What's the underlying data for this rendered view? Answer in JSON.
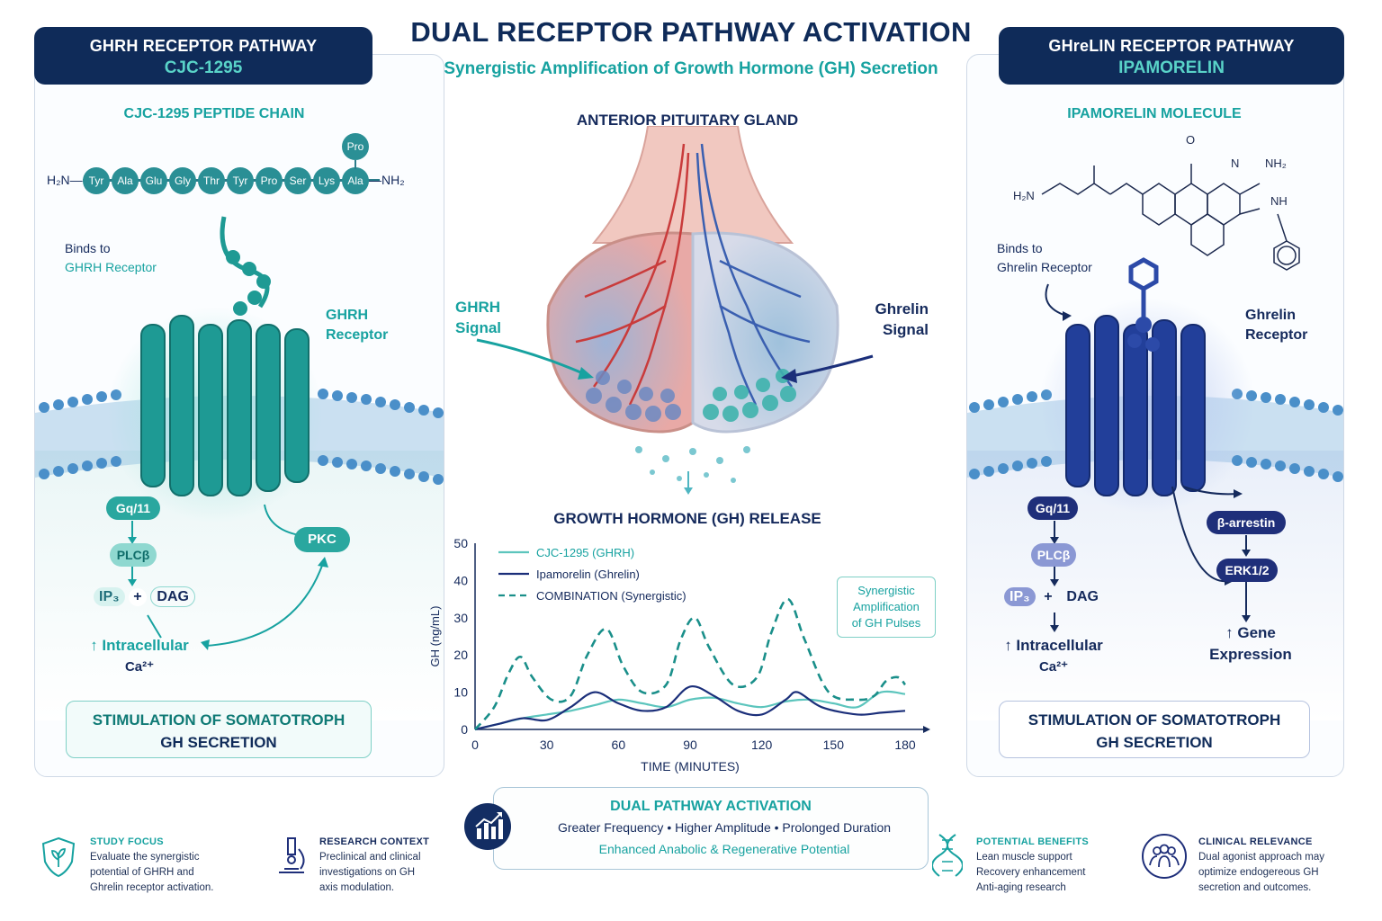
{
  "header": {
    "title": "DUAL RECEPTOR PATHWAY ACTIVATION",
    "subtitle": "Synergistic Amplification of Growth Hormone (GH) Secretion"
  },
  "left_panel": {
    "head_line1": "GHRH RECEPTOR PATHWAY",
    "head_line2": "CJC-1295",
    "chain_title": "CJC-1295 PEPTIDE CHAIN",
    "chain_start": "H₂N—",
    "chain_end": "—NH₂",
    "residues": [
      "Tyr",
      "Ala",
      "Glu",
      "Gly",
      "Thr",
      "Tyr",
      "Pro",
      "Ser",
      "Lys",
      "Ala"
    ],
    "branch_residue": "Pro",
    "binds_line1": "Binds to",
    "binds_line2": "GHRH Receptor",
    "receptor_line1": "GHRH",
    "receptor_line2": "Receptor",
    "gq": "Gq/11",
    "plc": "PLCβ",
    "ip3": "IP₃",
    "plus": "+",
    "dag": "DAG",
    "pkc": "PKC",
    "ca_line1": "↑ Intracellular",
    "ca_line2": "Ca²⁺",
    "outcome_line1": "STIMULATION OF SOMATOTROPH",
    "outcome_line2": "GH SECRETION"
  },
  "right_panel": {
    "head_line1": "GHreLIN RECEPTOR PATHWAY",
    "head_line2": "IPAMORELIN",
    "molecule_title": "IPAMORELIN MOLECULE",
    "mol_h2n": "H₂N",
    "mol_nh2": "NH₂",
    "mol_nh": "NH",
    "mol_n": "N",
    "mol_o": "O",
    "binds_line1": "Binds to",
    "binds_line2": "Ghrelin Receptor",
    "receptor_line1": "Ghrelin",
    "receptor_line2": "Receptor",
    "gq": "Gq/11",
    "plc": "PLCβ",
    "ip3": "IP₃",
    "plus": "+",
    "dag": "DAG",
    "arrestin": "β-arrestin",
    "erk": "ERK1/2",
    "gene_line1": "↑ Gene",
    "gene_line2": "Expression",
    "ca_line1": "↑ Intracellular",
    "ca_line2": "Ca²⁺",
    "outcome_line1": "STIMULATION OF SOMATOTROPH",
    "outcome_line2": "GH SECRETION"
  },
  "center": {
    "gland_title": "ANTERIOR PITUITARY GLAND",
    "ghrh_signal_line1": "GHRH",
    "ghrh_signal_line2": "Signal",
    "ghrelin_signal_line1": "Ghrelin",
    "ghrelin_signal_line2": "Signal",
    "release_title": "GROWTH HORMONE (GH) RELEASE",
    "synergy_box_line1": "Synergistic",
    "synergy_box_line2": "Amplification",
    "synergy_box_line3": "of GH Pulses",
    "dual_title": "DUAL PATHWAY ACTIVATION",
    "dual_line2": "Greater Frequency • Higher Amplitude • Prolonged Duration",
    "dual_line3": "Enhanced Anabolic & Regenerative Potential"
  },
  "chart_data": {
    "type": "line",
    "xlabel": "TIME (MINUTES)",
    "ylabel": "GH (ng/mL)",
    "xlim": [
      0,
      180
    ],
    "ylim": [
      0,
      50
    ],
    "xticks": [
      0,
      30,
      60,
      90,
      120,
      150,
      180
    ],
    "yticks": [
      0,
      10,
      20,
      30,
      40,
      50
    ],
    "legend_position": "top-left",
    "series": [
      {
        "name": "CJC-1295 (GHRH)",
        "style": "solid",
        "color": "#5cc5bd",
        "points": [
          [
            0,
            0
          ],
          [
            10,
            1.5
          ],
          [
            20,
            3
          ],
          [
            30,
            4
          ],
          [
            40,
            5
          ],
          [
            50,
            6.5
          ],
          [
            60,
            8
          ],
          [
            70,
            7
          ],
          [
            80,
            6
          ],
          [
            90,
            8
          ],
          [
            100,
            8.5
          ],
          [
            110,
            7
          ],
          [
            120,
            6
          ],
          [
            130,
            7.5
          ],
          [
            140,
            8
          ],
          [
            150,
            7
          ],
          [
            160,
            6
          ],
          [
            170,
            10
          ],
          [
            180,
            9.5
          ]
        ]
      },
      {
        "name": "Ipamorelin (Ghrelin)",
        "style": "solid",
        "color": "#1b2f7a",
        "points": [
          [
            0,
            0
          ],
          [
            10,
            1.5
          ],
          [
            20,
            3
          ],
          [
            30,
            2.5
          ],
          [
            40,
            6
          ],
          [
            50,
            10
          ],
          [
            60,
            7
          ],
          [
            70,
            5
          ],
          [
            80,
            6
          ],
          [
            90,
            11.5
          ],
          [
            100,
            9
          ],
          [
            110,
            5
          ],
          [
            120,
            4
          ],
          [
            130,
            8
          ],
          [
            135,
            10
          ],
          [
            145,
            6
          ],
          [
            160,
            4
          ],
          [
            170,
            4.5
          ],
          [
            180,
            5
          ]
        ]
      },
      {
        "name": "COMBINATION (Synergistic)",
        "style": "dashed",
        "color": "#1a8f8a",
        "points": [
          [
            0,
            0
          ],
          [
            8,
            6
          ],
          [
            14,
            15
          ],
          [
            19,
            19.5
          ],
          [
            24,
            14
          ],
          [
            32,
            8
          ],
          [
            40,
            9
          ],
          [
            47,
            20
          ],
          [
            55,
            27
          ],
          [
            62,
            17
          ],
          [
            70,
            10
          ],
          [
            80,
            12
          ],
          [
            86,
            24
          ],
          [
            92,
            30
          ],
          [
            98,
            22
          ],
          [
            108,
            12
          ],
          [
            118,
            14
          ],
          [
            124,
            26
          ],
          [
            131,
            35
          ],
          [
            138,
            24
          ],
          [
            148,
            10
          ],
          [
            160,
            8
          ],
          [
            167,
            9
          ],
          [
            172,
            13
          ],
          [
            177,
            14
          ],
          [
            180,
            12
          ]
        ]
      }
    ]
  },
  "footer": [
    {
      "title": "STUDY FOCUS",
      "text": [
        "Evaluate the synergistic",
        "potential of GHRH and",
        "Ghrelin receptor activation."
      ]
    },
    {
      "title": "RESEARCH CONTEXT",
      "text": [
        "Preclinical and clinical",
        "investigations on GH",
        "axis modulation."
      ]
    },
    {
      "title": "POTENTIAL BENEFITS",
      "text": [
        "Lean muscle support",
        "Recovery enhancement",
        "Anti-aging research"
      ]
    },
    {
      "title": "CLINICAL RELEVANCE",
      "text": [
        "Dual agonist approach may",
        "optimize endogereous GH",
        "secretion and outcomes."
      ]
    }
  ],
  "colors": {
    "navy": "#0f2b59",
    "teal": "#17a2a0",
    "blue": "#1f3b8a"
  },
  "icons": [
    "shield-leaf-icon",
    "microscope-icon",
    "dna-icon",
    "people-group-icon",
    "chart-up-icon"
  ]
}
